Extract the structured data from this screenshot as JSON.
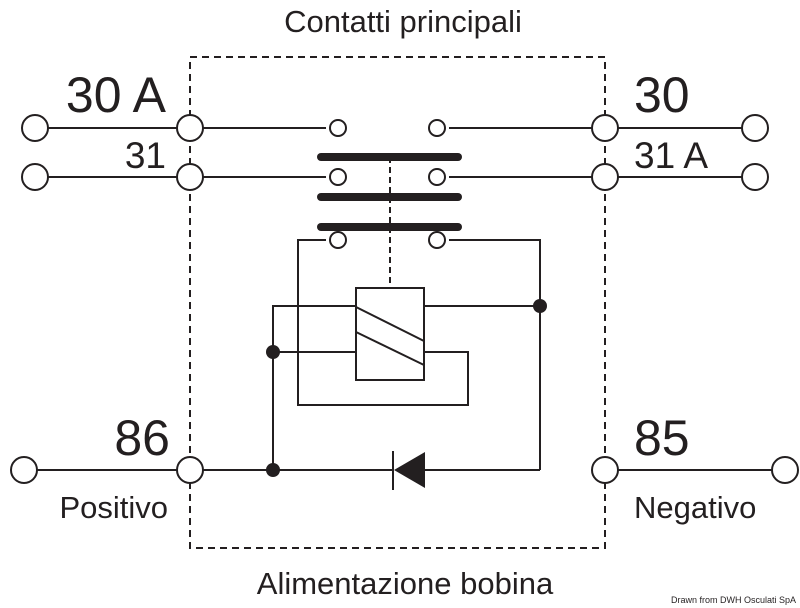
{
  "title": "Contatti principali",
  "bottom_label": "Alimentazione bobina",
  "terminals": {
    "t30a": "30 A",
    "t31": "31",
    "t30": "30",
    "t31a": "31 A",
    "t86": "86",
    "t85": "85"
  },
  "polarity": {
    "positive": "Positivo",
    "negative": "Negativo"
  },
  "credit": "Drawn from DWH Osculati SpA",
  "colors": {
    "line": "#231f20",
    "background": "#ffffff"
  }
}
